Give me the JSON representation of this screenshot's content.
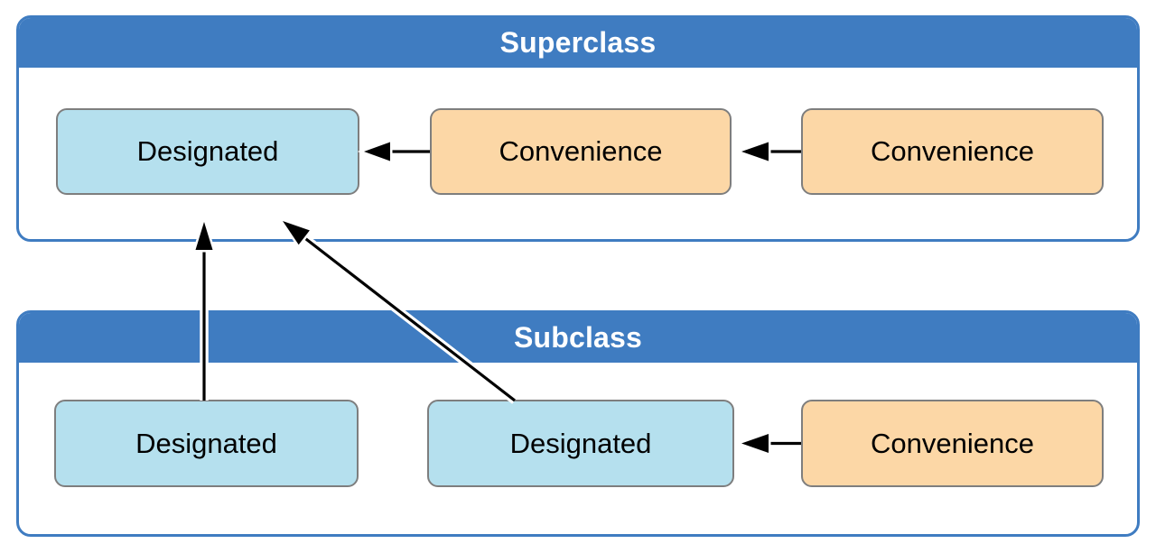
{
  "colors": {
    "header_blue": "#3f7cc1",
    "designated_fill": "#b5e0ee",
    "convenience_fill": "#fcd7a6",
    "box_border": "#7e7e7e",
    "arrow_color": "#000000",
    "casing_color": "#ffffff"
  },
  "superclass": {
    "title": "Superclass",
    "boxes": [
      {
        "id": "superclass-designated",
        "type": "designated",
        "label": "Designated"
      },
      {
        "id": "superclass-convenience-1",
        "type": "convenience",
        "label": "Convenience"
      },
      {
        "id": "superclass-convenience-2",
        "type": "convenience",
        "label": "Convenience"
      }
    ]
  },
  "subclass": {
    "title": "Subclass",
    "boxes": [
      {
        "id": "subclass-designated-1",
        "type": "designated",
        "label": "Designated"
      },
      {
        "id": "subclass-designated-2",
        "type": "designated",
        "label": "Designated"
      },
      {
        "id": "subclass-convenience",
        "type": "convenience",
        "label": "Convenience"
      }
    ]
  },
  "relations": [
    {
      "from": "superclass-convenience-1",
      "to": "superclass-designated",
      "meaning": "delegates across"
    },
    {
      "from": "superclass-convenience-2",
      "to": "superclass-convenience-1",
      "meaning": "delegates across"
    },
    {
      "from": "subclass-convenience",
      "to": "subclass-designated-2",
      "meaning": "delegates across"
    },
    {
      "from": "subclass-designated-1",
      "to": "superclass-designated",
      "meaning": "delegates up"
    },
    {
      "from": "subclass-designated-2",
      "to": "superclass-designated",
      "meaning": "delegates up"
    }
  ]
}
